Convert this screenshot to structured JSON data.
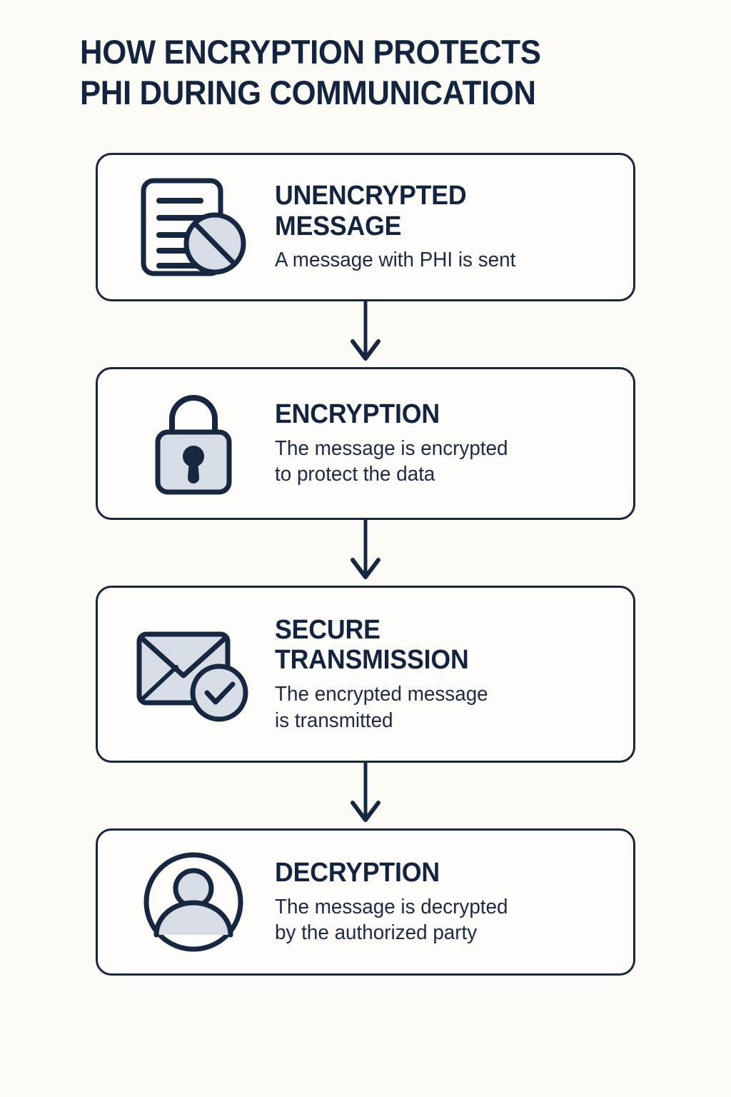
{
  "page": {
    "background_color": "#FDFBF5",
    "ink_color": "#122440",
    "icon_fill_color": "#D6DDE5"
  },
  "title": {
    "line1": "HOW ENCRYPTION PROTECTS",
    "line2": "PHI DURING COMMUNICATION"
  },
  "steps": [
    {
      "icon": "document-blocked-icon",
      "title": "UNENCRYPTED MESSAGE",
      "title_line1": "UNENCRYPTED",
      "title_line2": "MESSAGE",
      "description": "A message with PHI is sent",
      "desc_line1": "A message with PHI is sent",
      "desc_line2": ""
    },
    {
      "icon": "padlock-icon",
      "title": "ENCRYPTION",
      "title_line1": "ENCRYPTION",
      "title_line2": "",
      "description": "The message is encrypted to protect the data",
      "desc_line1": "The message is encrypted",
      "desc_line2": "to protect the data"
    },
    {
      "icon": "envelope-check-icon",
      "title": "SECURE TRANSMISSION",
      "title_line1": "SECURE",
      "title_line2": "TRANSMISSION",
      "description": "The encrypted message is transmitted",
      "desc_line1": "The encrypted message",
      "desc_line2": "is transmitted"
    },
    {
      "icon": "user-avatar-icon",
      "title": "DECRYPTION",
      "title_line1": "DECRYPTION",
      "title_line2": "",
      "description": "The message is decrypted by the authorized party",
      "desc_line1": "The message is decrypted",
      "desc_line2": "by the authorized party"
    }
  ],
  "connectors": [
    {
      "name": "arrow-step1-to-step2"
    },
    {
      "name": "arrow-step2-to-step3"
    },
    {
      "name": "arrow-step3-to-step4"
    }
  ]
}
